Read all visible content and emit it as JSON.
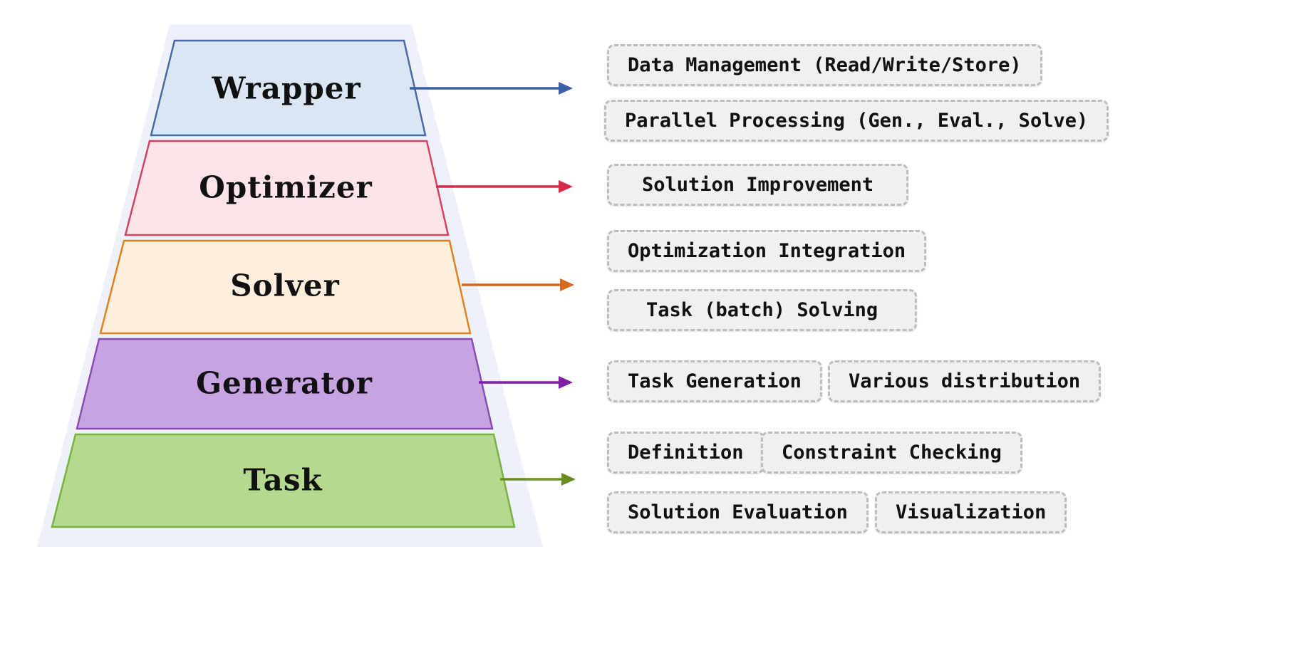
{
  "diagram": {
    "shadow_fill": "#eef1f9",
    "box": {
      "bg": "#f0f0f0",
      "border": "#bdbdbd",
      "text": "#111111"
    },
    "layers": [
      {
        "label": "Wrapper",
        "fill": "#dbe6f5",
        "stroke": "#4a69a8",
        "arrow": "#3a5fa8",
        "rows": [
          [
            "Data Management (Read/Write/Store)"
          ],
          [
            "Parallel Processing (Gen., Eval., Solve)"
          ]
        ]
      },
      {
        "label": "Optimizer",
        "fill": "#fce4e9",
        "stroke": "#d64161",
        "arrow": "#d62b47",
        "rows": [
          [
            "Solution Improvement"
          ]
        ]
      },
      {
        "label": "Solver",
        "fill": "#fdeedd",
        "stroke": "#e0811f",
        "arrow": "#d2691e",
        "rows": [
          [
            "Optimization Integration"
          ],
          [
            "Task (batch) Solving"
          ]
        ]
      },
      {
        "label": "Generator",
        "fill": "#c7a3e2",
        "stroke": "#8a4bb5",
        "arrow": "#7d1fa2",
        "rows": [
          [
            "Task Generation",
            "Various distribution"
          ]
        ]
      },
      {
        "label": "Task",
        "fill": "#b5d98e",
        "stroke": "#79b33f",
        "arrow": "#6b8e23",
        "rows": [
          [
            "Definition",
            "Constraint Checking"
          ],
          [
            "Solution Evaluation",
            "Visualization"
          ]
        ]
      }
    ]
  }
}
